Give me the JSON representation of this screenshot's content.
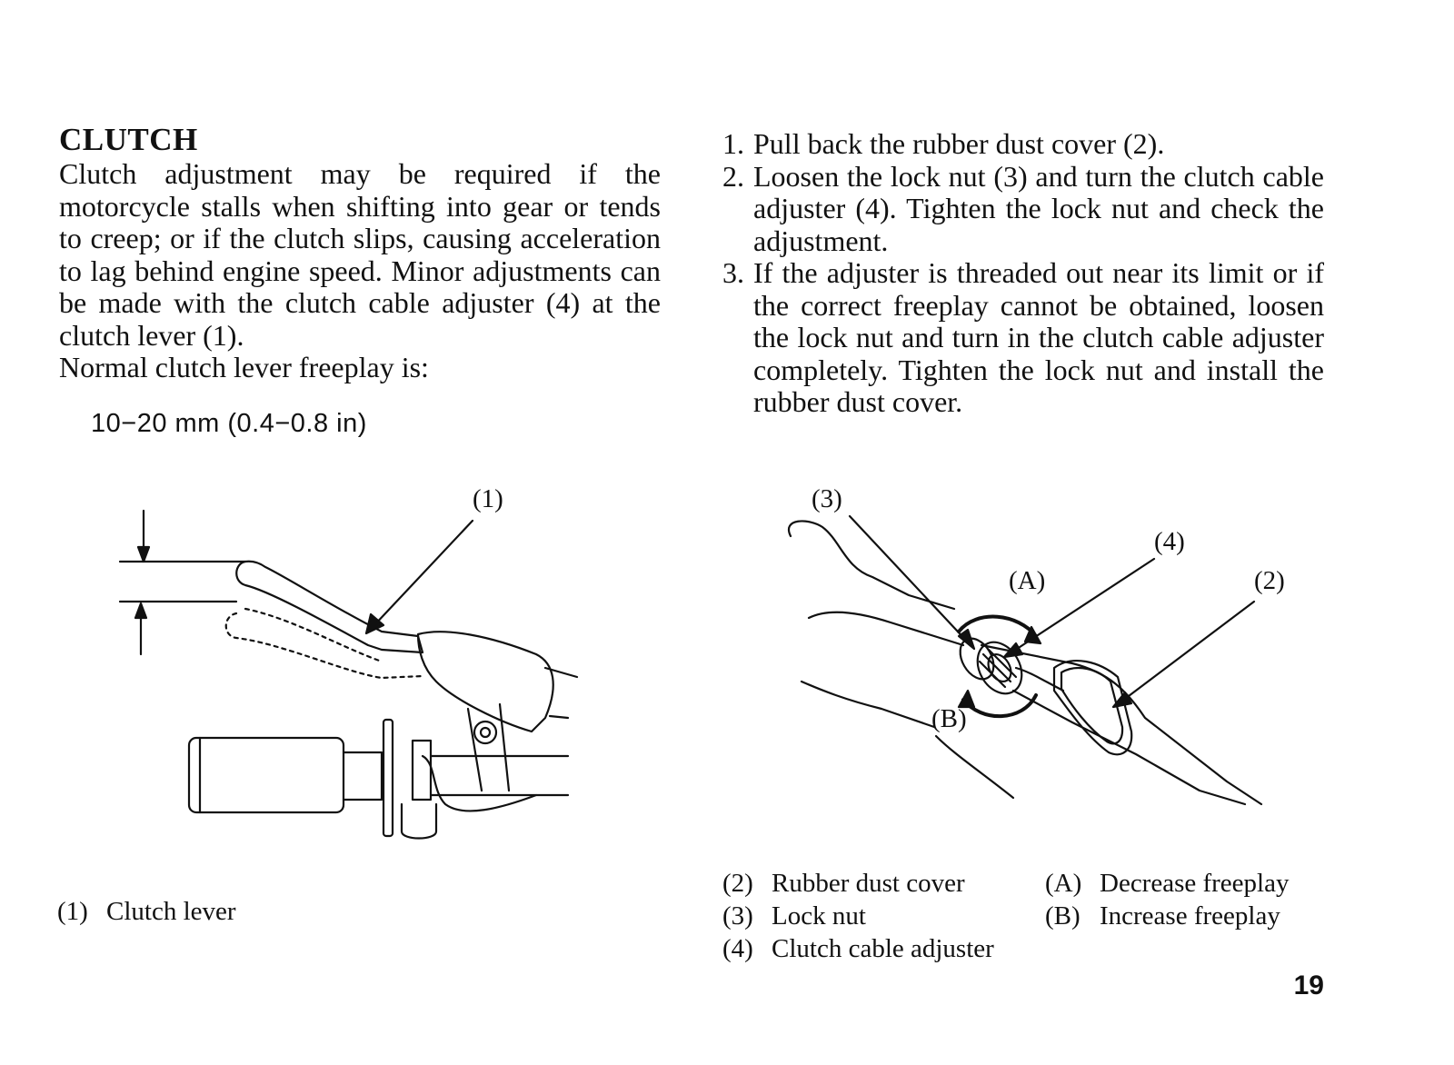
{
  "section": {
    "title": "CLUTCH",
    "intro": "Clutch adjustment may be required if the motorcycle stalls when shifting into gear or tends to creep; or if the clutch slips, causing acceleration to lag behind engine speed. Minor adjustments can be made with the clutch cable adjuster (4) at the clutch lever (1).",
    "freeplay_label": "Normal clutch lever freeplay is:",
    "freeplay_value": "10−20 mm (0.4−0.8 in)"
  },
  "steps": [
    {
      "num": "1.",
      "text": "Pull back the rubber dust cover (2)."
    },
    {
      "num": "2.",
      "text": "Loosen the lock nut (3) and turn the clutch cable adjuster (4). Tighten the lock nut and check the adjustment."
    },
    {
      "num": "3.",
      "text": "If the adjuster is threaded out near its limit or if the correct freeplay cannot be obtained, loosen the lock nut and turn in the clutch cable adjuster completely. Tighten the lock nut and install the rubber dust cover."
    }
  ],
  "figure_left": {
    "callout_1": "(1)",
    "legend": [
      {
        "key": "(1)",
        "label": "Clutch lever"
      }
    ]
  },
  "figure_right": {
    "callout_3": "(3)",
    "callout_4": "(4)",
    "callout_2": "(2)",
    "callout_A": "(A)",
    "callout_B": "(B)",
    "legend_left": [
      {
        "key": "(2)",
        "label": "Rubber dust cover"
      },
      {
        "key": "(3)",
        "label": "Lock nut"
      },
      {
        "key": "(4)",
        "label": "Clutch cable adjuster"
      }
    ],
    "legend_right": [
      {
        "key": "(A)",
        "label": "Decrease freeplay"
      },
      {
        "key": "(B)",
        "label": "Increase freeplay"
      }
    ]
  },
  "page_number": "19"
}
